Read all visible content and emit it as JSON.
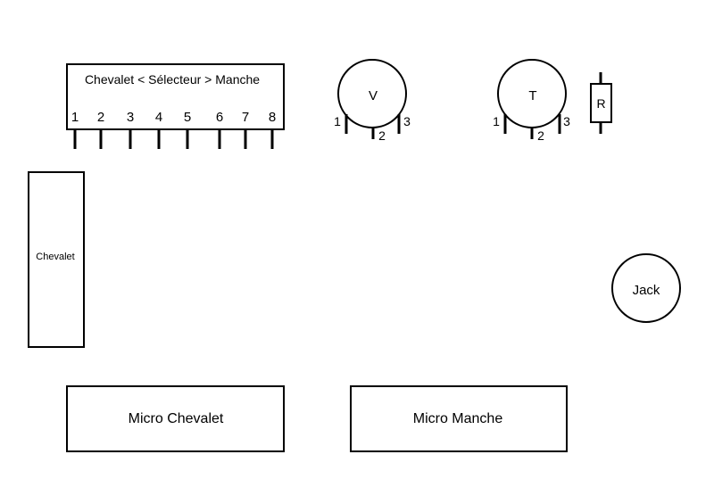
{
  "selector": {
    "title": "Chevalet < Sélecteur > Manche",
    "pins": [
      "1",
      "2",
      "3",
      "4",
      "5",
      "6",
      "7",
      "8"
    ]
  },
  "volume_pot": {
    "label": "V",
    "pins": [
      "1",
      "2",
      "3"
    ]
  },
  "tone_pot": {
    "label": "T",
    "pins": [
      "1",
      "2",
      "3"
    ]
  },
  "resistor": {
    "label": "R"
  },
  "bridge_block": {
    "label": "Chevalet"
  },
  "jack": {
    "label": "Jack"
  },
  "pickups": {
    "bridge": "Micro Chevalet",
    "neck": "Micro Manche"
  }
}
